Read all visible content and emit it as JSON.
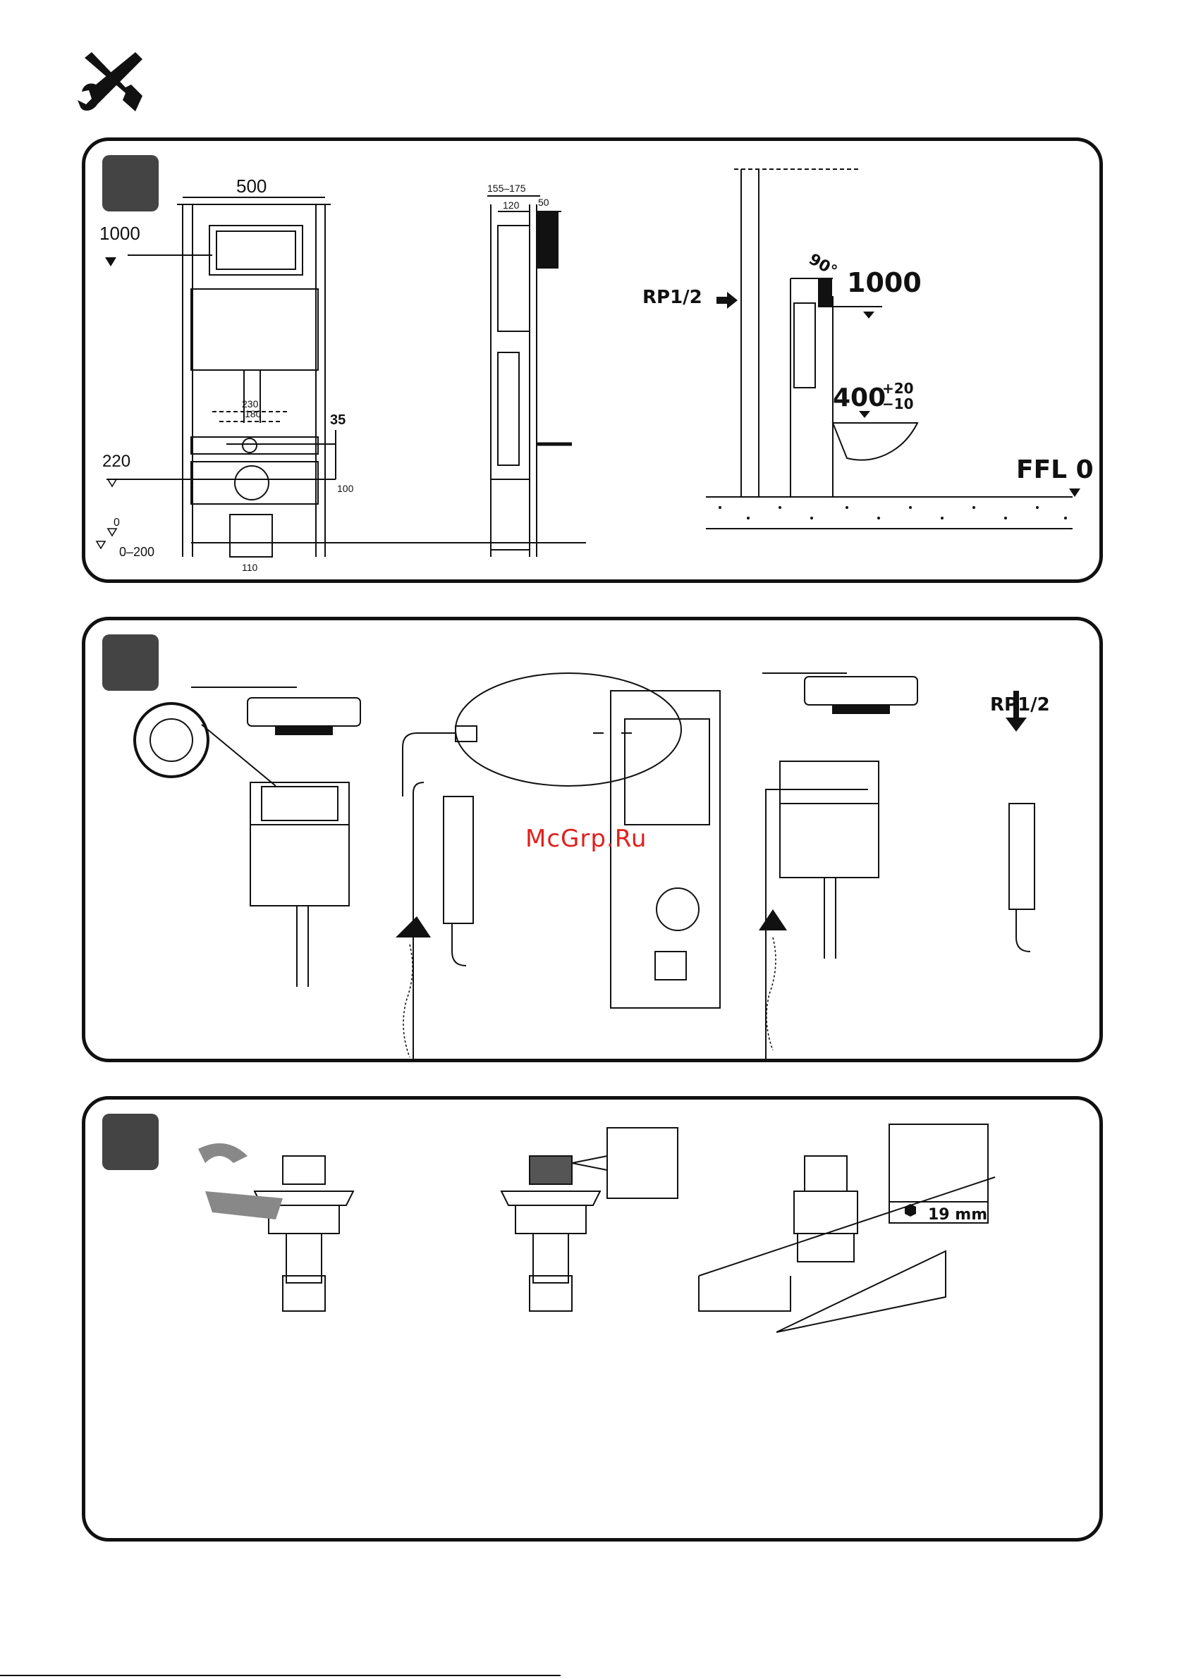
{
  "header": {
    "icon": "tools-icon"
  },
  "panel1": {
    "front": {
      "width": "500",
      "flush_height": "1000",
      "offset": "35",
      "hole_1": "230",
      "hole_2": "180",
      "outlet_height": "220",
      "drop": "100",
      "floor": "0",
      "adjust": "0–200",
      "pipe": "110"
    },
    "side": {
      "depth": "155–175",
      "frame": "120",
      "cistern": "50"
    },
    "install": {
      "supply": "RP1/2",
      "angle": "90°",
      "height": "1000",
      "pan_height": "400",
      "tol_plus": "+20",
      "tol_minus": "−10",
      "floor_label": "FFL 0"
    }
  },
  "panel2": {
    "supply": "RP1/2"
  },
  "panel3": {
    "wrench_size": "19 mm"
  },
  "watermark": "McGrp.Ru"
}
